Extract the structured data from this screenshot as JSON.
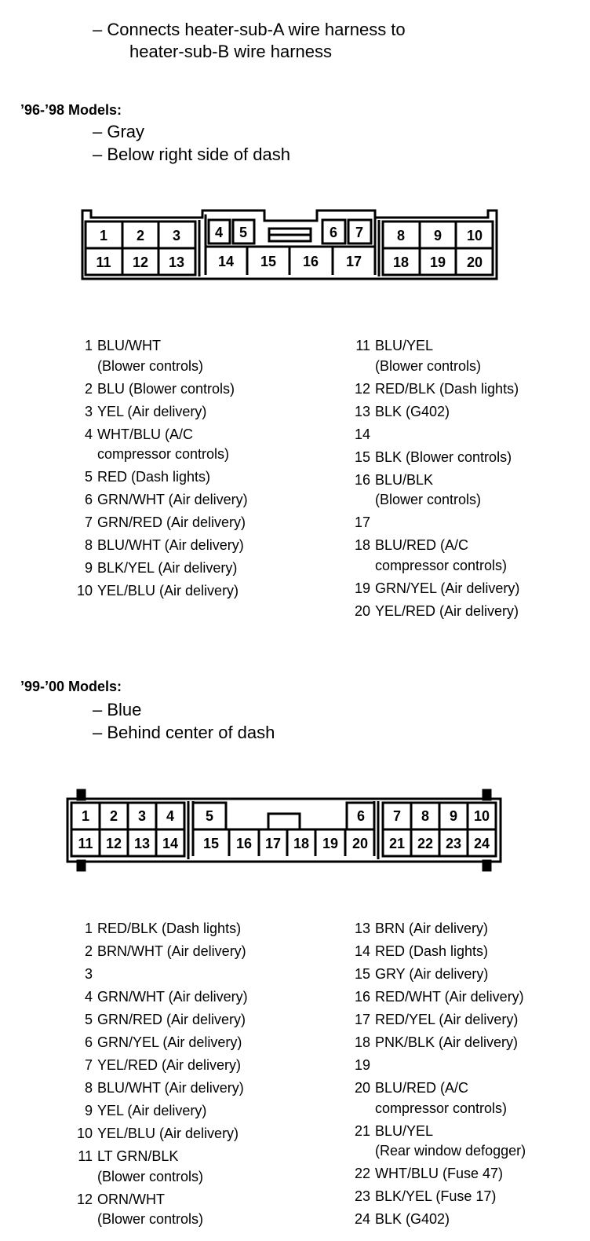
{
  "intro": {
    "line1": "– Connects heater-sub-A wire harness to",
    "line2": "heater-sub-B wire harness"
  },
  "section_9698": {
    "heading": "’96-’98 Models:",
    "color": "– Gray",
    "location": "– Below right side of dash",
    "connector_pins": [
      "1",
      "2",
      "3",
      "4",
      "5",
      "6",
      "7",
      "8",
      "9",
      "10",
      "11",
      "12",
      "13",
      "14",
      "15",
      "16",
      "17",
      "18",
      "19",
      "20"
    ],
    "pins_left": [
      {
        "num": "1",
        "text": "BLU/WHT\n(Blower controls)"
      },
      {
        "num": "2",
        "text": "BLU (Blower controls)"
      },
      {
        "num": "3",
        "text": "YEL (Air delivery)"
      },
      {
        "num": "4",
        "text": "WHT/BLU (A/C\ncompressor controls)"
      },
      {
        "num": "5",
        "text": "RED (Dash lights)"
      },
      {
        "num": "6",
        "text": "GRN/WHT (Air delivery)"
      },
      {
        "num": "7",
        "text": "GRN/RED (Air delivery)"
      },
      {
        "num": "8",
        "text": "BLU/WHT (Air delivery)"
      },
      {
        "num": "9",
        "text": "BLK/YEL (Air delivery)"
      },
      {
        "num": "10",
        "text": "YEL/BLU (Air delivery)"
      }
    ],
    "pins_right": [
      {
        "num": "11",
        "text": "BLU/YEL\n(Blower controls)"
      },
      {
        "num": "12",
        "text": "RED/BLK (Dash lights)"
      },
      {
        "num": "13",
        "text": "BLK (G402)"
      },
      {
        "num": "14",
        "text": ""
      },
      {
        "num": "15",
        "text": "BLK (Blower controls)"
      },
      {
        "num": "16",
        "text": "BLU/BLK\n(Blower controls)"
      },
      {
        "num": "17",
        "text": ""
      },
      {
        "num": "18",
        "text": "BLU/RED (A/C\ncompressor controls)"
      },
      {
        "num": "19",
        "text": "GRN/YEL (Air delivery)"
      },
      {
        "num": "20",
        "text": "YEL/RED (Air delivery)"
      }
    ]
  },
  "section_9900": {
    "heading": "’99-’00 Models:",
    "color": "– Blue",
    "location": "– Behind center of dash",
    "connector_pins": [
      "1",
      "2",
      "3",
      "4",
      "5",
      "6",
      "7",
      "8",
      "9",
      "10",
      "11",
      "12",
      "13",
      "14",
      "15",
      "16",
      "17",
      "18",
      "19",
      "20",
      "21",
      "22",
      "23",
      "24"
    ],
    "pins_left": [
      {
        "num": "1",
        "text": "RED/BLK (Dash lights)"
      },
      {
        "num": "2",
        "text": "BRN/WHT (Air delivery)"
      },
      {
        "num": "3",
        "text": ""
      },
      {
        "num": "4",
        "text": "GRN/WHT (Air delivery)"
      },
      {
        "num": "5",
        "text": "GRN/RED (Air delivery)"
      },
      {
        "num": "6",
        "text": "GRN/YEL (Air delivery)"
      },
      {
        "num": "7",
        "text": "YEL/RED (Air delivery)"
      },
      {
        "num": "8",
        "text": "BLU/WHT (Air delivery)"
      },
      {
        "num": "9",
        "text": "YEL (Air delivery)"
      },
      {
        "num": "10",
        "text": "YEL/BLU (Air delivery)"
      },
      {
        "num": "11",
        "text": "LT GRN/BLK\n(Blower controls)"
      },
      {
        "num": "12",
        "text": "ORN/WHT\n(Blower controls)"
      }
    ],
    "pins_right": [
      {
        "num": "13",
        "text": "BRN (Air delivery)"
      },
      {
        "num": "14",
        "text": "RED (Dash lights)"
      },
      {
        "num": "15",
        "text": "GRY (Air delivery)"
      },
      {
        "num": "16",
        "text": "RED/WHT (Air delivery)"
      },
      {
        "num": "17",
        "text": "RED/YEL (Air delivery)"
      },
      {
        "num": "18",
        "text": "PNK/BLK (Air delivery)"
      },
      {
        "num": "19",
        "text": ""
      },
      {
        "num": "20",
        "text": "BLU/RED (A/C\ncompressor controls)"
      },
      {
        "num": "21",
        "text": "BLU/YEL\n(Rear window defogger)"
      },
      {
        "num": "22",
        "text": "WHT/BLU (Fuse 47)"
      },
      {
        "num": "23",
        "text": "BLK/YEL (Fuse 17)"
      },
      {
        "num": "24",
        "text": "BLK (G402)"
      }
    ]
  }
}
